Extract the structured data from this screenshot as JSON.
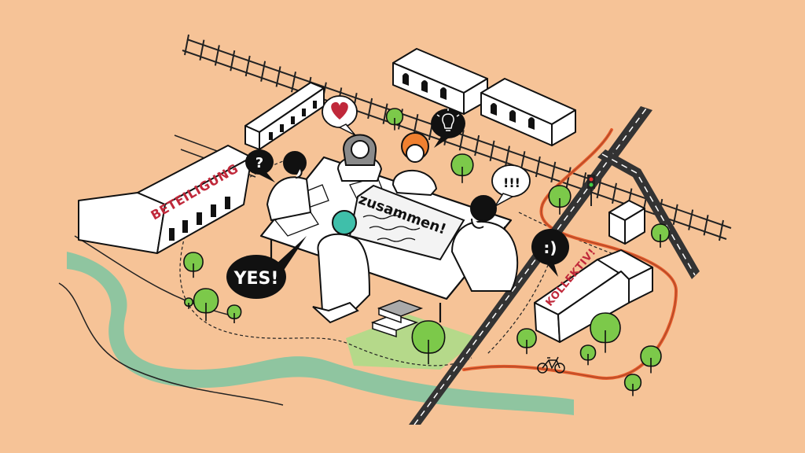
{
  "labels": {
    "building_left": "BETEILIGUNG",
    "building_right": "KOLLEKTIV!",
    "banner": "zusammen!",
    "bubble_yes": "YES!",
    "bubble_smile": ":)",
    "bubble_question": "?",
    "bubble_exclaim": "!!!"
  },
  "icons": {
    "heart": "heart-icon",
    "lightbulb": "lightbulb-icon",
    "bicycle": "bicycle-icon",
    "traffic_light": "traffic-light-icon"
  },
  "colors": {
    "background": "#f6c397",
    "river": "#8fc5a0",
    "grass": "#b5d98a",
    "tree": "#7cc94a",
    "road": "#333333",
    "bike_path": "#e55a2b",
    "text_accent": "#c0283a",
    "heart": "#c0283a",
    "hair_teal": "#3fbfaa",
    "hair_orange": "#f08030",
    "hair_grey": "#8a8a8a"
  }
}
